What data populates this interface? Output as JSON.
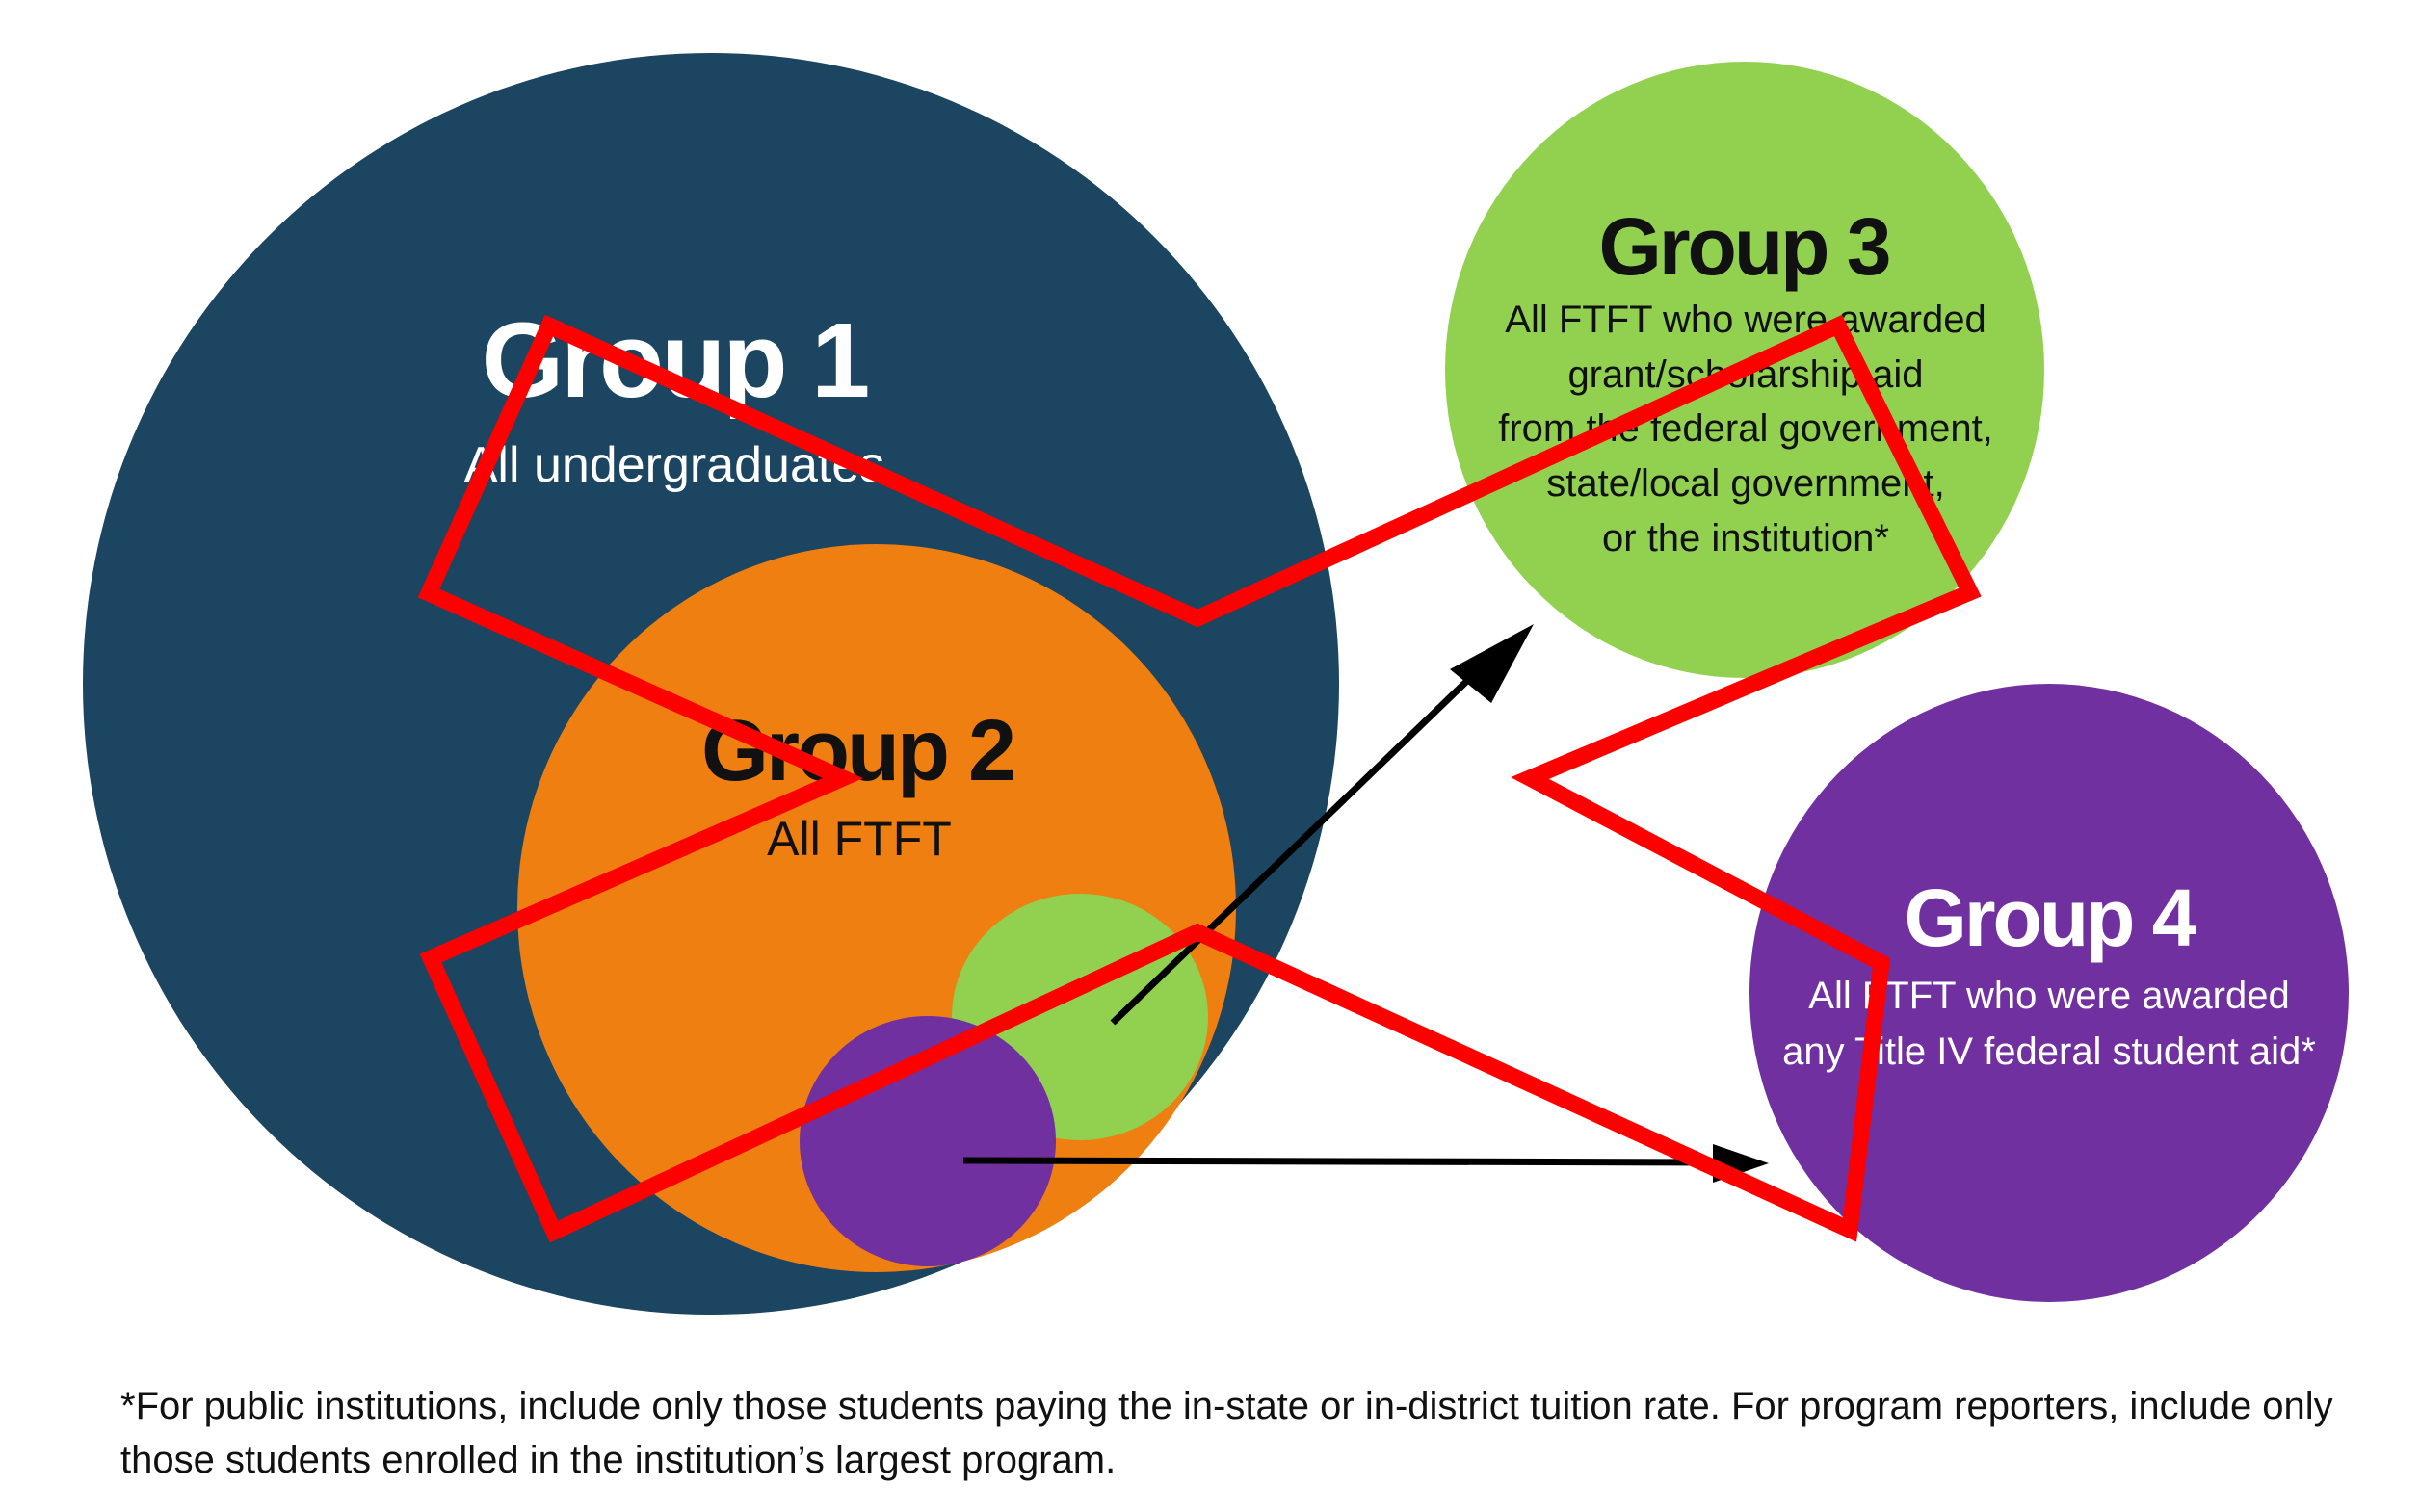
{
  "groups": {
    "group1": {
      "title": "Group 1",
      "description": "All undergraduates",
      "color": "#1b4560"
    },
    "group2": {
      "title": "Group 2",
      "description": "All FTFT",
      "color": "#ef7f11"
    },
    "group3": {
      "title": "Group 3",
      "description_lines": [
        "All FTFT who were awarded",
        "grant/scholarship aid",
        "from the federal government,",
        "state/local government,",
        "or the institution*"
      ],
      "color": "#92d050"
    },
    "group4": {
      "title": "Group 4",
      "description_lines": [
        "All FTFT who were awarded",
        "any Title IV federal student aid*"
      ],
      "color": "#7030a0"
    }
  },
  "crossout": {
    "color": "#ff0000"
  },
  "footnote": "*For public institutions, include only those students paying the in-state or in-district tuition rate. For program reporters, include only those students enrolled in the institution’s largest program."
}
